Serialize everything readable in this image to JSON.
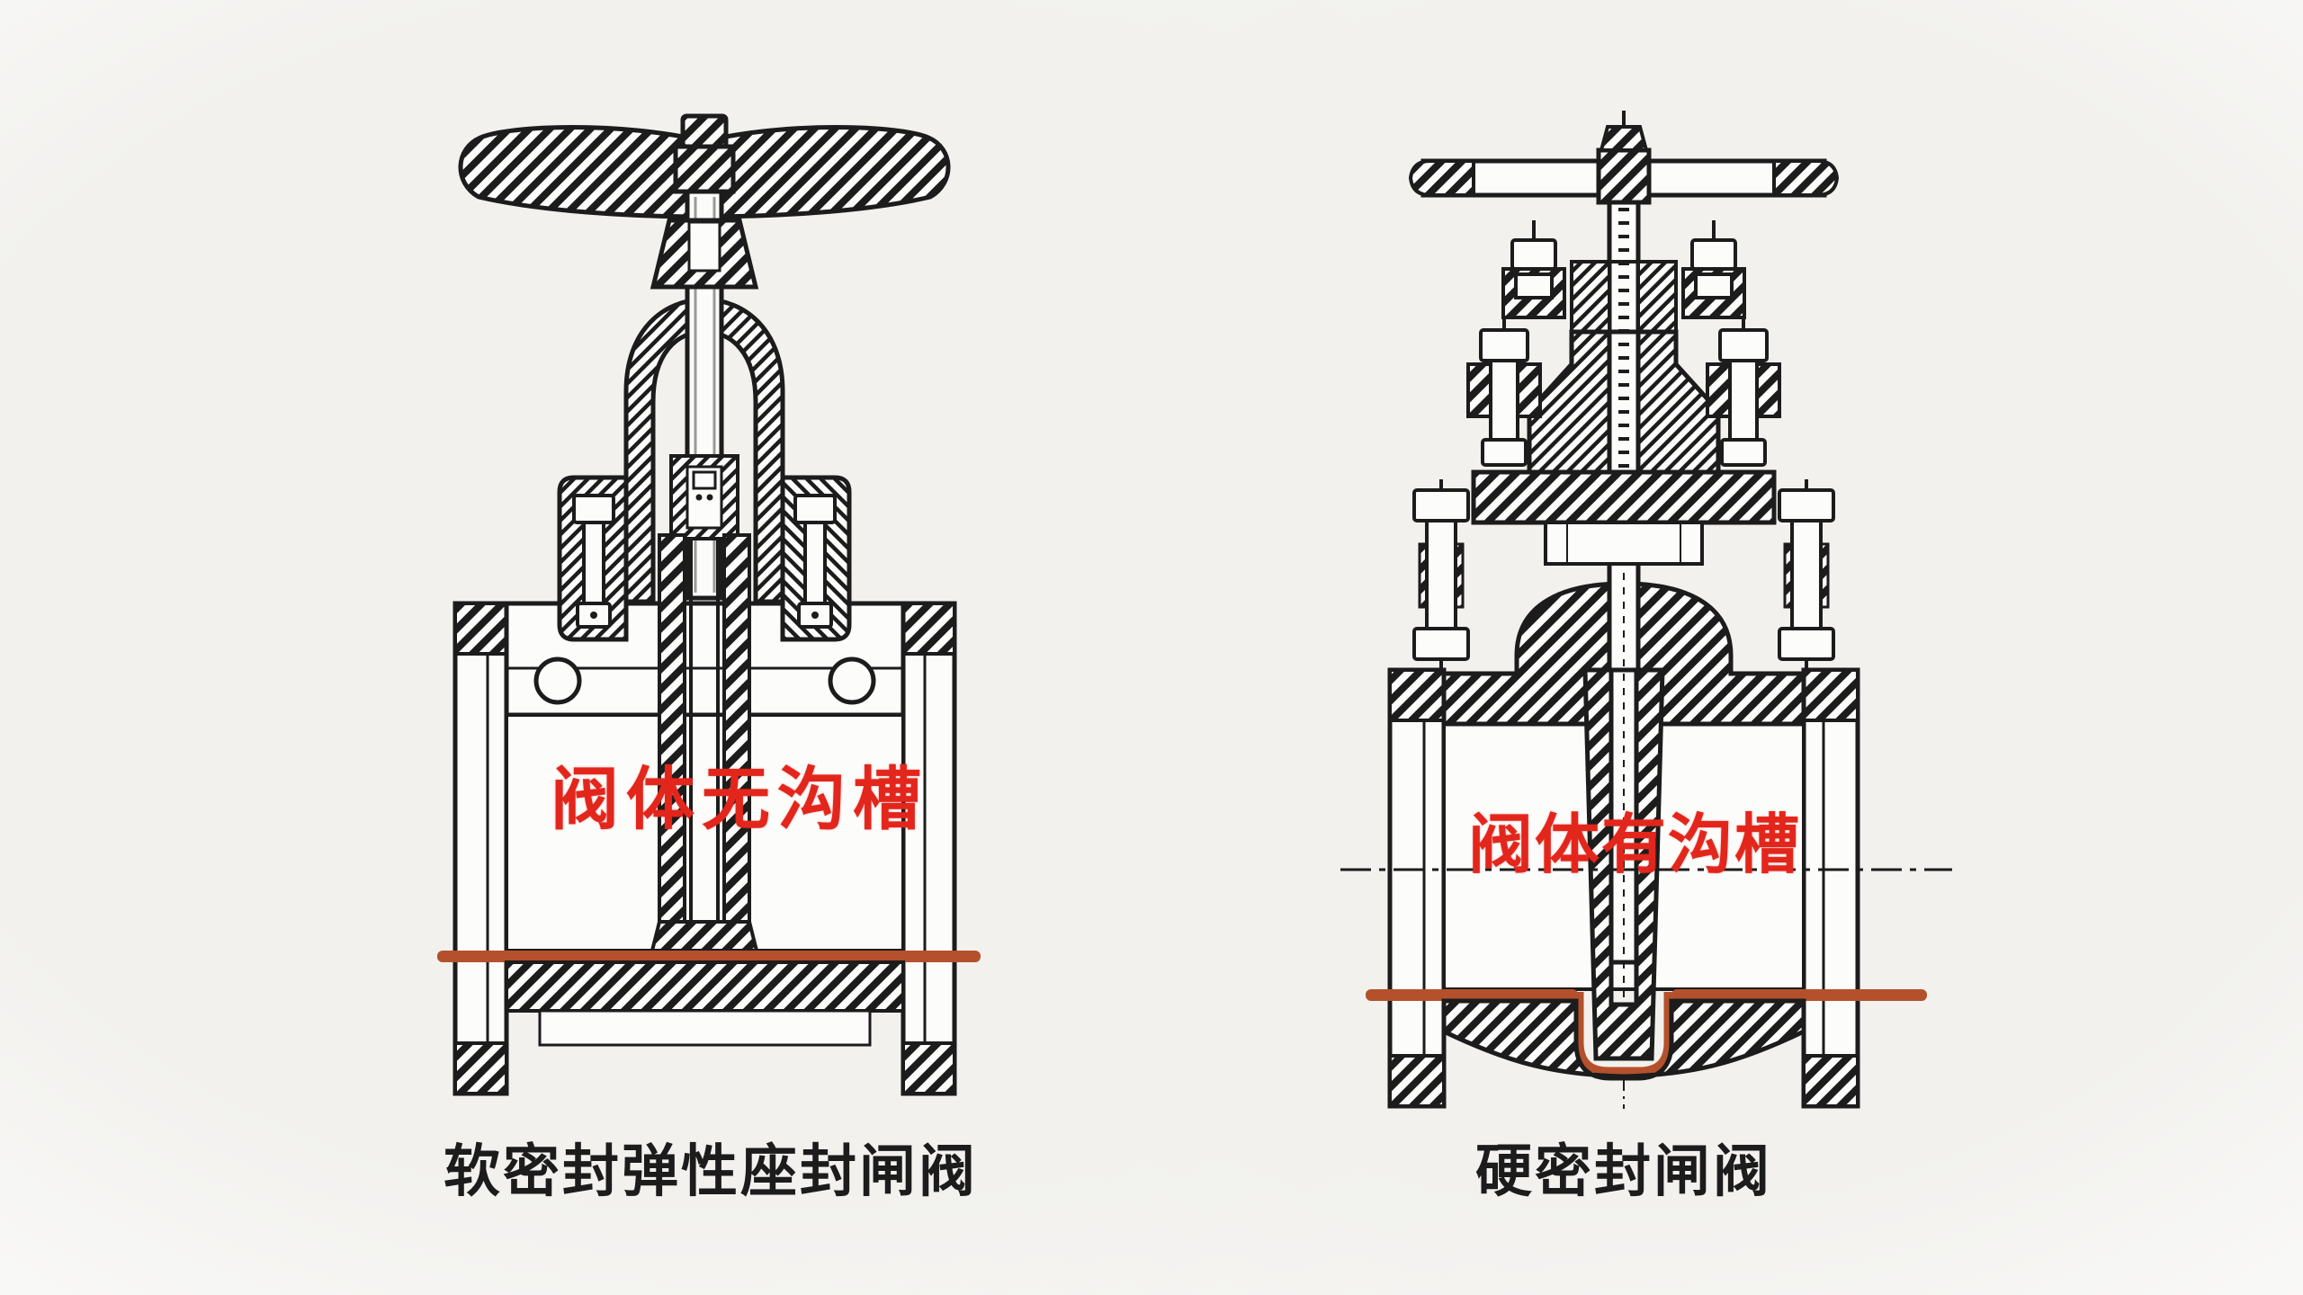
{
  "colors": {
    "background": "#f2f1ee",
    "line": "#1c1c1c",
    "red": "#e3261c",
    "rust": "#b5502c"
  },
  "left_valve": {
    "annotation": "阀体无沟槽",
    "caption": "软密封弹性座封闸阀"
  },
  "right_valve": {
    "annotation": "阀体有沟槽",
    "caption": "硬密封闸阀"
  }
}
